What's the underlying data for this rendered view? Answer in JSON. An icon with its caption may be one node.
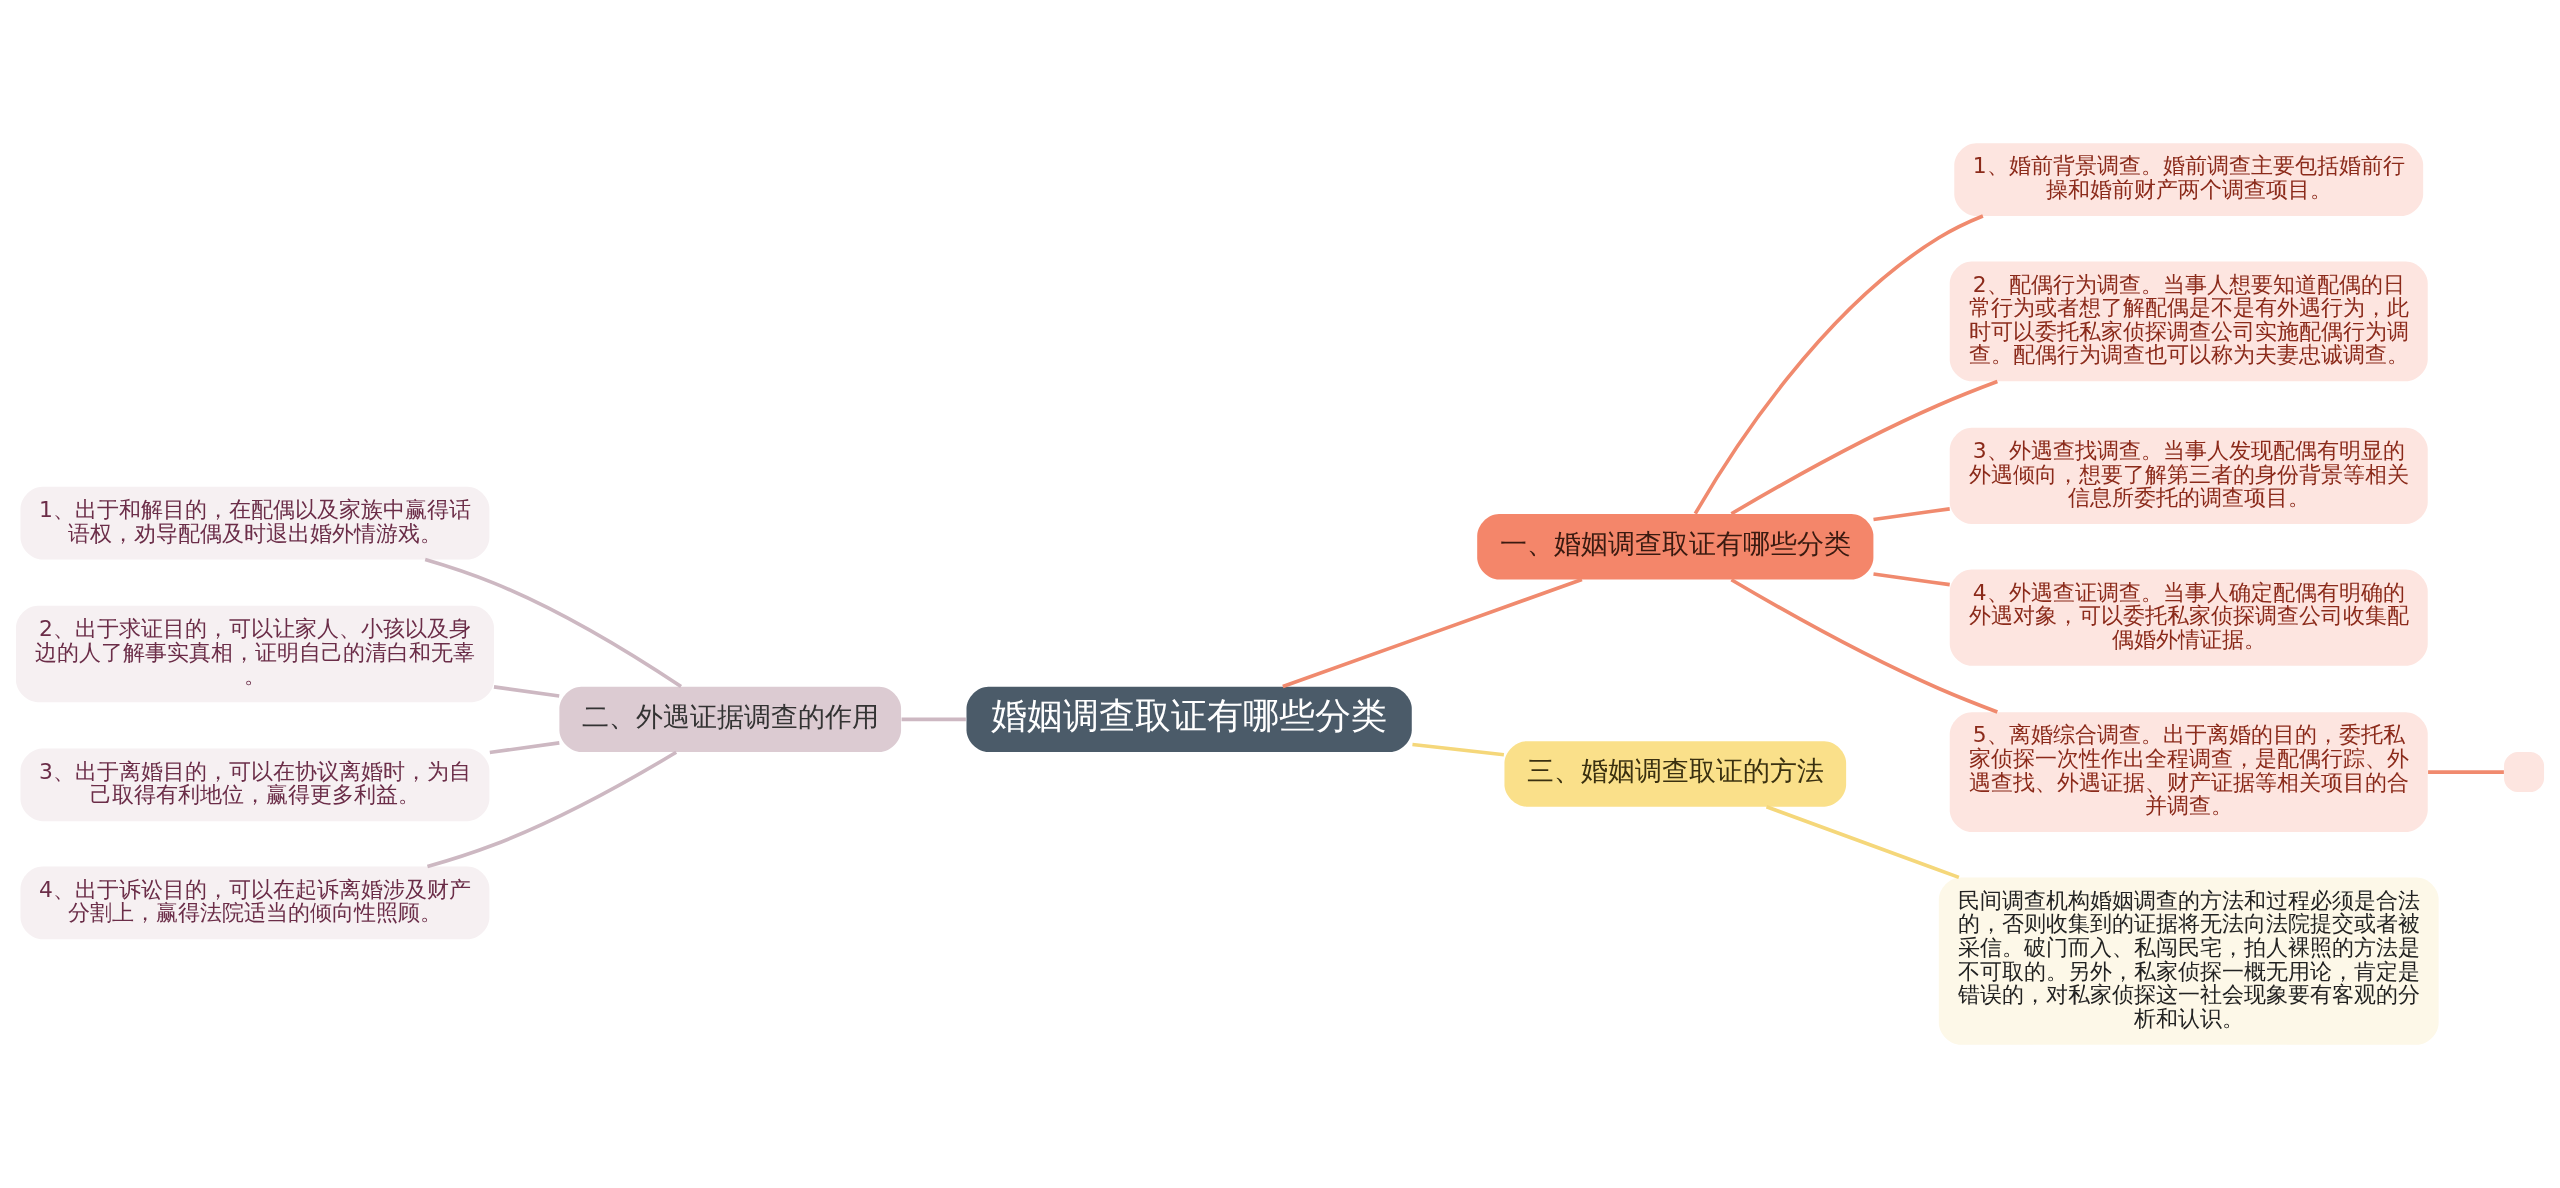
{
  "diagram": {
    "nodes": [
      {
        "text": [
          "婚姻调查取证有哪些分类"
        ]
      },
      {
        "text": [
          "一、婚姻调查取证有哪些分类"
        ]
      },
      {
        "text": [
          "1、婚前背景调查。婚前调查主要包括婚前行操和婚前财产两个调查项目。"
        ]
      },
      {
        "text": [
          "2、配偶行为调查。当事人想要知道配偶的日常行为或者想了解配偶是不是有外遇行为，此时可以委托私家侦探调查公司实施配偶行为调查。配偶行为调查也可以称为夫妻忠诚调查。"
        ]
      },
      {
        "text": [
          "3、外遇查找调查。当事人发现配偶有明显的外遇倾向，想要了解第三者的身份背景等相关信息所委托的调查项目。"
        ]
      },
      {
        "text": [
          "4、外遇查证调查。当事人确定配偶有明确的外遇对象，可以委托私家侦探调查公司收集配偶婚外情证据。"
        ]
      },
      {
        "text": [
          "5、离婚综合调查。出于离婚的目的，委托私家侦探一次性作出全程调查，是配偶行踪、外遇查找、外遇证据、财产证据等相关项目的合并调查。"
        ]
      },
      {
        "text": [],
        "shape": "box"
      },
      {
        "text": [
          "三、婚姻调查取证的方法"
        ]
      },
      {
        "text": [
          "民间调查机构婚姻调查的方法和过程必须是合法的，否则收集到的证据将无法向法院提交或者被采信。破门而入、私闯民宅，拍人裸照的方法是不可取的。另外，私家侦探一概无用论，肯定是错误的，对私家侦探这一社会现象要有客观的分析和认识。"
        ]
      },
      {
        "text": [
          "二、外遇证据调查的作用"
        ]
      },
      {
        "text": [
          "1、出于和解目的，在配偶以及家族中赢得话语权，劝导配偶及时退出婚外情游戏。"
        ]
      },
      {
        "text": [
          "2、出于求证目的，可以让家人、小孩以及身边的人了解事实真相，证明自己的清白和无辜。"
        ]
      },
      {
        "text": [
          "3、出于离婚目的，可以在协议离婚时，为自己取得有利地位，赢得更多利益。"
        ]
      },
      {
        "text": [
          "4、出于诉讼目的，可以在起诉离婚涉及财产分割上，赢得法院适当的倾向性照顾。"
        ]
      }
    ],
    "edges": [
      {
        "from": 0,
        "to": 1,
        "arrow": "none"
      },
      {
        "from": 1,
        "to": 2,
        "arrow": "none"
      },
      {
        "from": 1,
        "to": 3,
        "arrow": "none"
      },
      {
        "from": 1,
        "to": 4,
        "arrow": "none"
      },
      {
        "from": 1,
        "to": 5,
        "arrow": "none"
      },
      {
        "from": 1,
        "to": 6,
        "arrow": "none"
      },
      {
        "from": 6,
        "to": 7,
        "arrow": "none"
      },
      {
        "from": 0,
        "to": 8,
        "arrow": "none",
        "color": "#f5d77a"
      },
      {
        "from": 8,
        "to": 9,
        "arrow": "none",
        "color": "#f5d77a"
      },
      {
        "from": 0,
        "to": 10,
        "arrow": "none",
        "color": "#cdb8c2"
      },
      {
        "from": 10,
        "to": 11,
        "arrow": "none",
        "color": "#cdb8c2"
      },
      {
        "from": 10,
        "to": 12,
        "arrow": "none",
        "color": "#cdb8c2"
      },
      {
        "from": 10,
        "to": 13,
        "arrow": "none",
        "color": "#cdb8c2"
      },
      {
        "from": 10,
        "to": 14,
        "arrow": "none",
        "color": "#cdb8c2"
      }
    ]
  }
}
